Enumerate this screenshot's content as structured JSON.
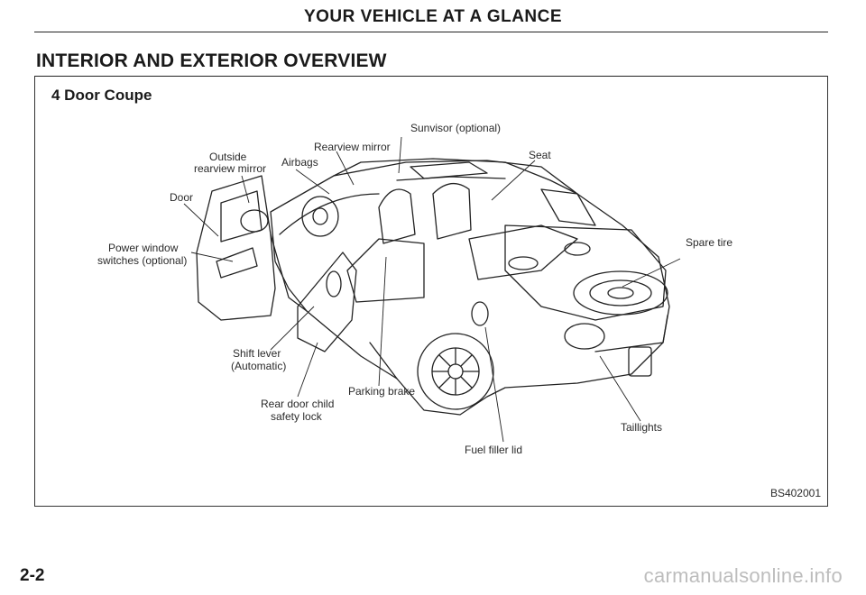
{
  "header": {
    "title": "YOUR VEHICLE AT A GLANCE"
  },
  "section": {
    "title": "INTERIOR AND EXTERIOR OVERVIEW"
  },
  "figure": {
    "model": "4 Door Coupe",
    "code": "BS402001",
    "labels": {
      "sunvisor": "Sunvisor (optional)",
      "rearview_mirror": "Rearview mirror",
      "outside_mirror_1": "Outside",
      "outside_mirror_2": "rearview mirror",
      "airbags": "Airbags",
      "seat": "Seat",
      "door": "Door",
      "power_window_1": "Power window",
      "power_window_2": "switches (optional)",
      "spare_tire": "Spare tire",
      "shift_lever_1": "Shift lever",
      "shift_lever_2": "(Automatic)",
      "parking_brake": "Parking brake",
      "rear_door_lock_1": "Rear door child",
      "rear_door_lock_2": "safety lock",
      "taillights": "Taillights",
      "fuel_filler": "Fuel filler lid"
    }
  },
  "footer": {
    "page_number": "2-2",
    "watermark": "carmanualsonline.info"
  }
}
